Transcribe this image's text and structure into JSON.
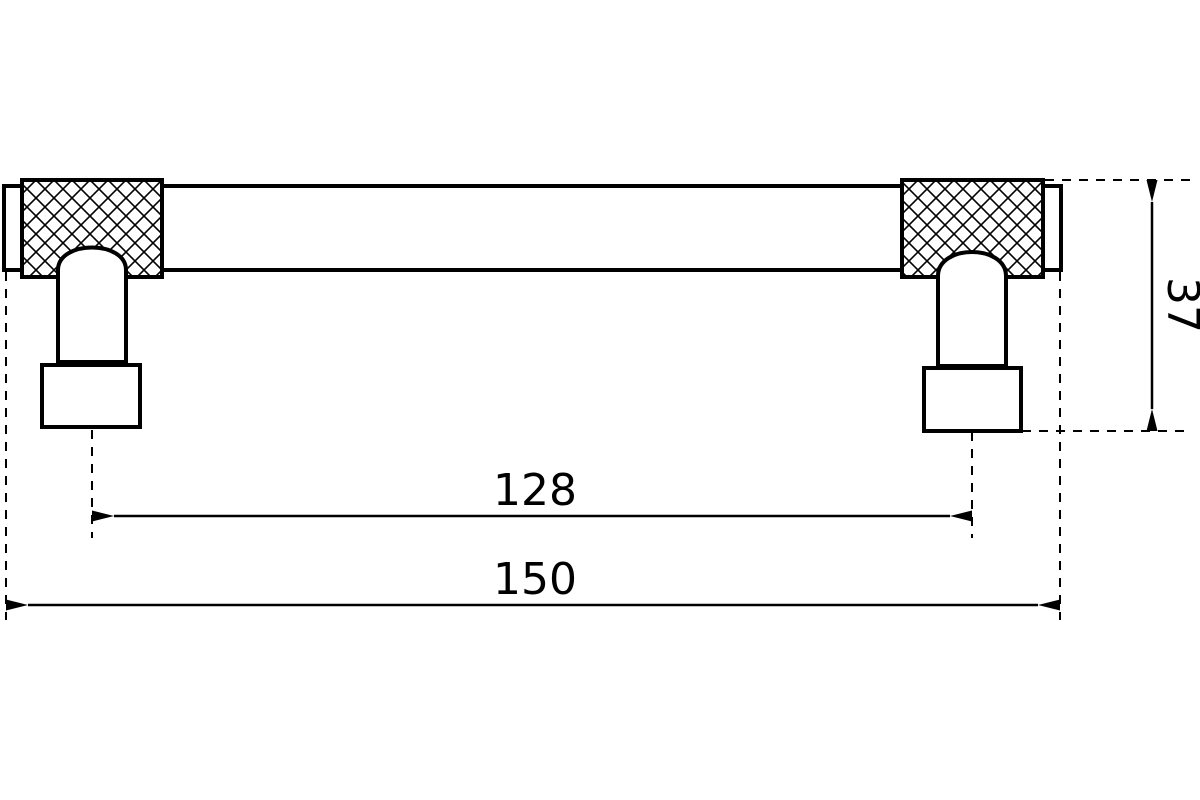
{
  "dimensions": {
    "center_distance": {
      "label": "128"
    },
    "overall_length": {
      "label": "150"
    },
    "height": {
      "label": "37"
    }
  },
  "colors": {
    "line": "#000000",
    "background": "#ffffff"
  }
}
